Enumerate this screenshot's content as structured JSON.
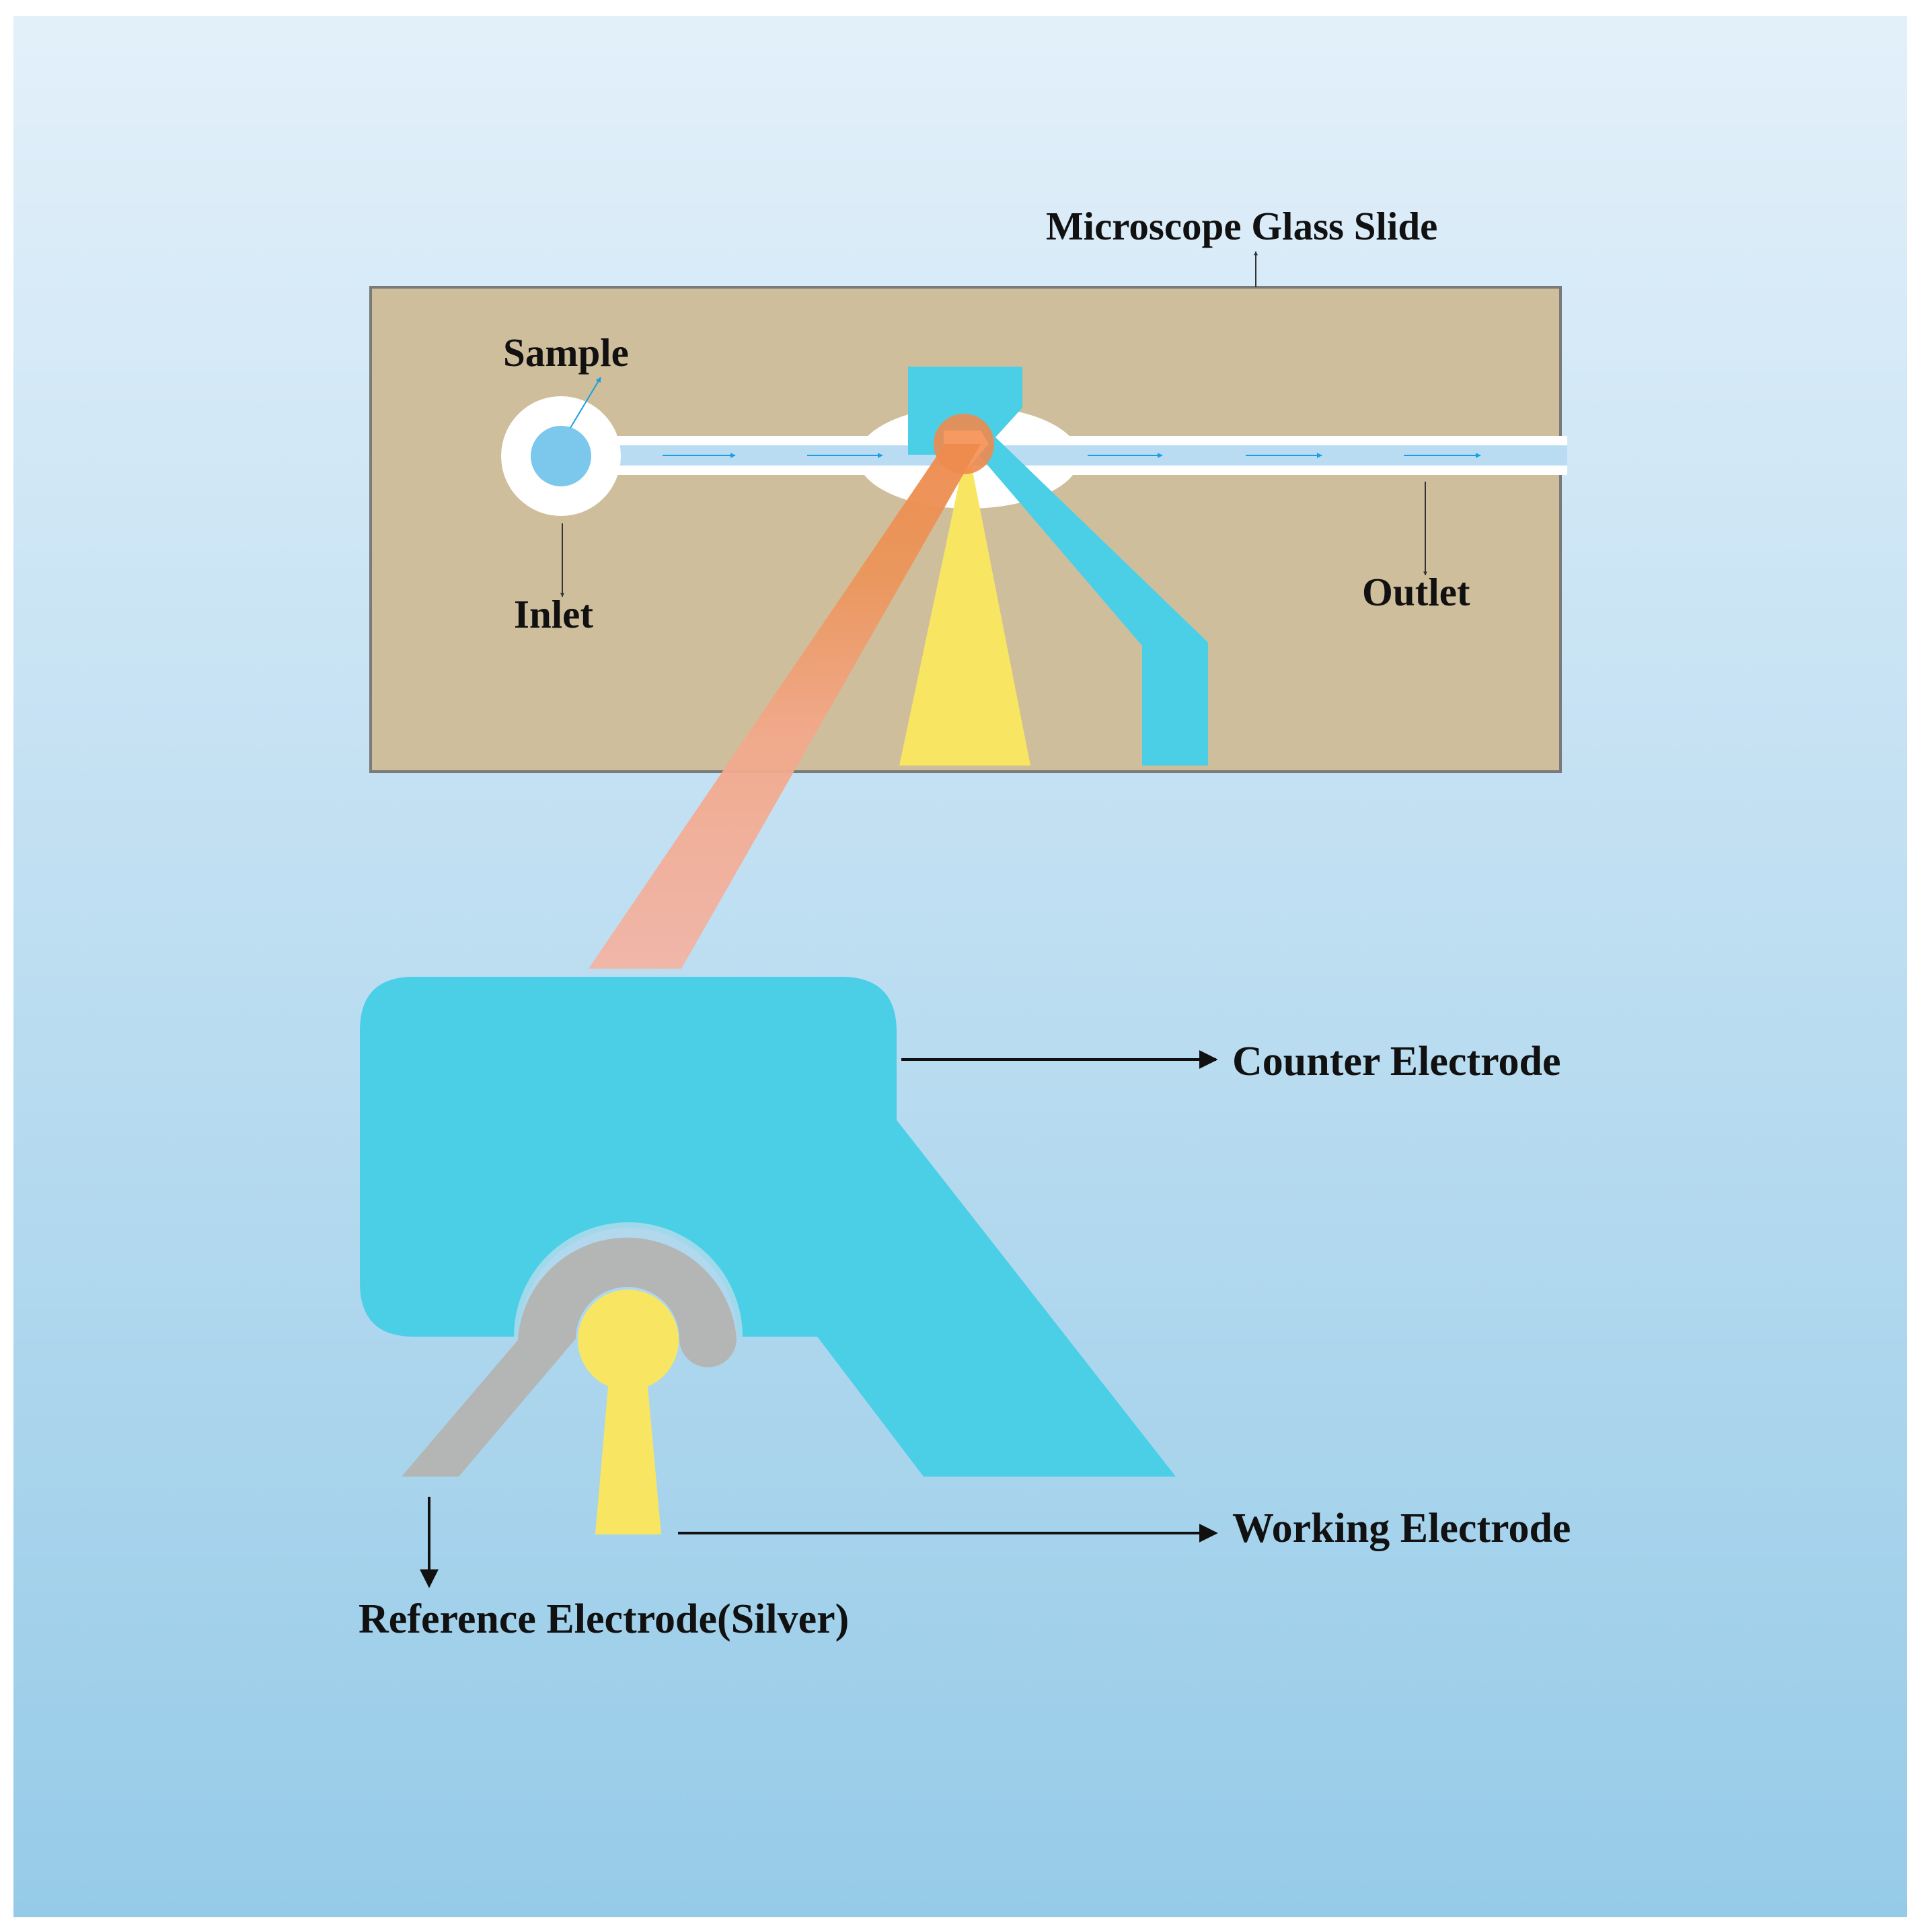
{
  "labels": {
    "microscope_glass_slide": "Microscope Glass Slide",
    "sample": "Sample",
    "inlet": "Inlet",
    "outlet": "Outlet",
    "counter_electrode": "Counter Electrode",
    "working_electrode": "Working Electrode",
    "reference_electrode": "Reference Electrode(Silver)"
  },
  "colors": {
    "background_top": "#e3f0fa",
    "background_bottom": "#96cbe8",
    "slide": "#cfbe9c",
    "slide_border": "#7a7a7a",
    "channel": "#b9dcf3",
    "inlet_ring": "#ffffff",
    "sample": "#7cc7ec",
    "counter_electrode": "#4acfe7",
    "working_electrode": "#f8e662",
    "reference_electrode": "#b3b6b4",
    "beam": "#f3b4a5",
    "beam_focus": "#ee8a4c",
    "flow_arrow": "#1aa0e0"
  }
}
